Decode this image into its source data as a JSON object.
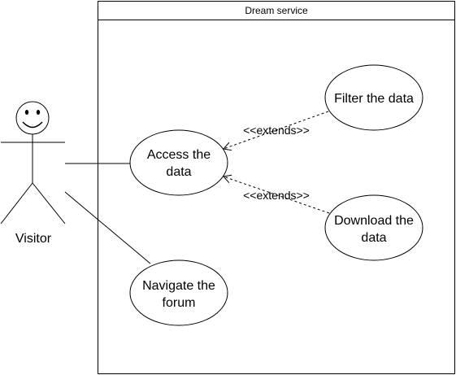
{
  "system": {
    "title": "Dream service"
  },
  "actor": {
    "name": "Visitor"
  },
  "use_cases": {
    "access": {
      "line1": "Access the",
      "line2": "data"
    },
    "filter": {
      "line1": "Filter the data"
    },
    "download": {
      "line1": "Download the",
      "line2": "data"
    },
    "forum": {
      "line1": "Navigate the",
      "line2": "forum"
    }
  },
  "relations": {
    "filter_extends": "<<extends>>",
    "download_extends": "<<extends>>"
  }
}
